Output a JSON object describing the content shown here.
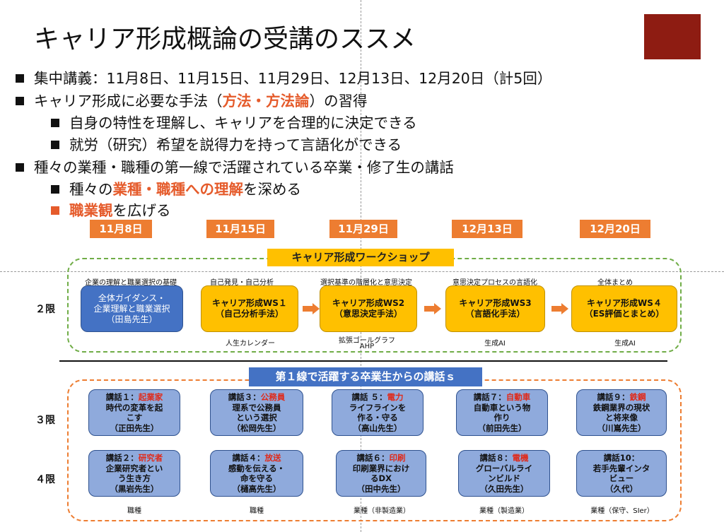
{
  "title": "キャリア形成概論の受講のススメ",
  "bullets": {
    "b1": "集中講義：11月8日、11月15日、11月29日、12月13日、12月20日（計5回）",
    "b2_pre": "キャリア形成に必要な手法（",
    "b2_hl": "方法・方法論",
    "b2_post": "）の習得",
    "b2_sub1": "自身の特性を理解し、キャリアを合理的に決定できる",
    "b2_sub2": "就労（研究）希望を説得力を持って言語化ができる",
    "b3": "種々の業種・職種の第一線で活躍されている卒業・修了生の講話",
    "b3_sub1_pre": "種々の",
    "b3_sub1_hl": "業種・職種への理解",
    "b3_sub1_post": "を深める",
    "b3_sub2_hl": "職業観",
    "b3_sub2_post": "を広げる"
  },
  "dates": [
    "11月8日",
    "11月15日",
    "11月29日",
    "12月13日",
    "12月20日"
  ],
  "workshop": {
    "banner": "キャリア形成ワークショップ",
    "period": "２限",
    "top_captions": [
      "企業の理解と職業選択の基礎",
      "自己発見・自己分析",
      "選択基準の階層化と意思決定",
      "意思決定プロセスの言語化",
      "全体まとめ"
    ],
    "cards": [
      [
        "全体ガイダンス・",
        "企業理解と職業選択",
        "（田島先生）"
      ],
      [
        "キャリア形成WS１",
        "（自己分析手法）"
      ],
      [
        "キャリア形成WS2",
        "（意思決定手法）"
      ],
      [
        "キャリア形成WS3",
        "（言語化手法）"
      ],
      [
        "キャリア形成WS４",
        "（ES評価とまとめ）"
      ]
    ],
    "bottom_captions": [
      "人生カレンダー",
      "拡張ゴールグラフ",
      "AHP",
      "生成AI",
      "生成AI"
    ]
  },
  "talks": {
    "banner": "第１線で活躍する卒業生からの講話ｓ",
    "period3": "３限",
    "period4": "４限",
    "row3": [
      {
        "head": "講話１：",
        "tag": "起業家",
        "lines": [
          "時代の変革を起",
          "こす",
          "（正田先生）"
        ]
      },
      {
        "head": "講話３：",
        "tag": "公務員",
        "lines": [
          "理系で公務員",
          "という選択",
          "（松岡先生）"
        ]
      },
      {
        "head": "講話 ５：",
        "tag": "電力",
        "lines": [
          "ライフラインを",
          "作る・守る",
          "（高山先生）"
        ]
      },
      {
        "head": "講話７：",
        "tag": "自動車",
        "lines": [
          "自動車という物",
          "作り",
          "（前田先生）"
        ]
      },
      {
        "head": "講話９：",
        "tag": "鉄鋼",
        "lines": [
          "鉄鋼業界の現状",
          "と将来像",
          "（川嶌先生）"
        ]
      }
    ],
    "row4": [
      {
        "head": "講話２：",
        "tag": "研究者",
        "lines": [
          "企業研究者とい",
          "う生き方",
          "（黒岩先生）"
        ]
      },
      {
        "head": "講話４：",
        "tag": "放送",
        "lines": [
          "感動を伝える・",
          "命を守る",
          "（樋高先生）"
        ]
      },
      {
        "head": "講話６：",
        "tag": "印刷",
        "lines": [
          "印刷業界におけ",
          "るDX",
          "（田中先生）"
        ]
      },
      {
        "head": "講話８：",
        "tag": "電機",
        "lines": [
          "グローバルライ",
          "ンビルド",
          "（久田先生）"
        ]
      },
      {
        "head": "講話10：",
        "tag": "",
        "lines": [
          "若手先輩インタ",
          "ビュー",
          "（久代）"
        ]
      }
    ],
    "categories": [
      "職種",
      "職種",
      "業種（非製造業）",
      "業種（製造業）",
      "業種（保守、SIer）"
    ]
  },
  "colors": {
    "accent": "#ed7d31",
    "highlight": "#e55b2b",
    "title_block": "#8e1c12",
    "ws_card": "#ffc000",
    "talk_card": "#8faadc",
    "guide_card": "#4472c4"
  }
}
